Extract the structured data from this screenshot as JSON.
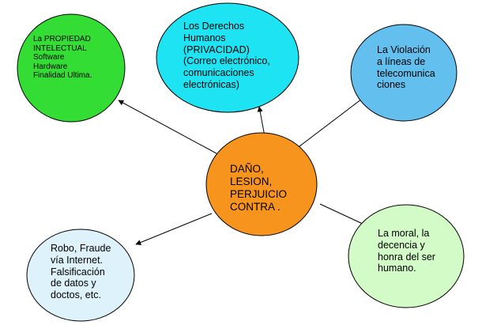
{
  "nodes": {
    "center": {
      "text": "DAÑO,\nLESION,\nPERJUICIO\nCONTRA .",
      "color": "#f7941d"
    },
    "propiedad": {
      "text": "La PROPIEDAD\nINTELECTUAL\nSoftware\nHardware\nFinalidad Ultima.",
      "color": "#33dd33"
    },
    "derechos": {
      "text": "Los Derechos\nHumanos\n(PRIVACIDAD)\n(Correo electrónico,\ncomunicaciones\nelectrónicas)",
      "color": "#1ee3f2"
    },
    "violacion": {
      "text": "La Violación\na líneas de\ntelecomunica\nciones",
      "color": "#62bfee"
    },
    "moral": {
      "text": "La moral, la\ndecencia y\nhonra del ser\nhumano.",
      "color": "#d2fbc8"
    },
    "robo": {
      "text": "Robo, Fraude\nvía Internet.\nFalsificación\nde datos y\ndoctos, etc.",
      "color": "#def2fb"
    }
  },
  "stroke_color": "#000000"
}
